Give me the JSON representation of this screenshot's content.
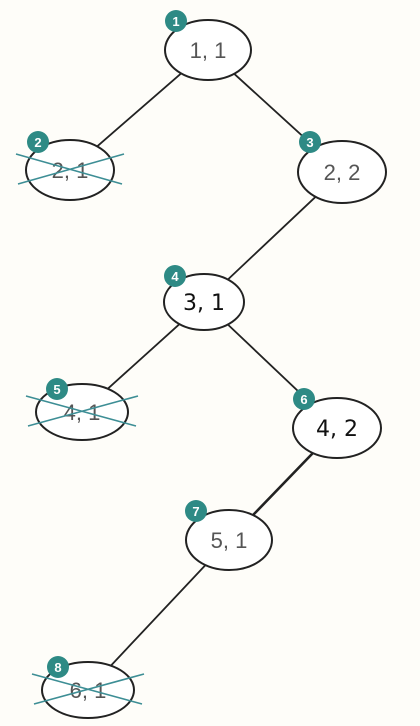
{
  "colors": {
    "edge": "#222222",
    "node_stroke": "#222222",
    "node_fill": "#ffffff",
    "badge": "#2e8a85",
    "cross": "#3d8e95",
    "label_print": "#555555",
    "label_hand": "#111111"
  },
  "nodes": [
    {
      "id": "n1",
      "badge": "1",
      "label": "1, 1",
      "crossed": false,
      "hand": false
    },
    {
      "id": "n2",
      "badge": "2",
      "label": "2, 1",
      "crossed": true,
      "hand": false
    },
    {
      "id": "n3",
      "badge": "3",
      "label": "2, 2",
      "crossed": false,
      "hand": false
    },
    {
      "id": "n4",
      "badge": "4",
      "label": "3, 1",
      "crossed": false,
      "hand": true
    },
    {
      "id": "n5",
      "badge": "5",
      "label": "4, 1",
      "crossed": true,
      "hand": false
    },
    {
      "id": "n6",
      "badge": "6",
      "label": "4, 2",
      "crossed": false,
      "hand": true
    },
    {
      "id": "n7",
      "badge": "7",
      "label": "5, 1",
      "crossed": false,
      "hand": false
    },
    {
      "id": "n8",
      "badge": "8",
      "label": "6, 1",
      "crossed": true,
      "hand": false
    }
  ],
  "edges": [
    {
      "from": "n1",
      "to": "n2"
    },
    {
      "from": "n1",
      "to": "n3"
    },
    {
      "from": "n3",
      "to": "n4"
    },
    {
      "from": "n4",
      "to": "n5"
    },
    {
      "from": "n4",
      "to": "n6"
    },
    {
      "from": "n6",
      "to": "n7"
    },
    {
      "from": "n7",
      "to": "n8"
    }
  ]
}
